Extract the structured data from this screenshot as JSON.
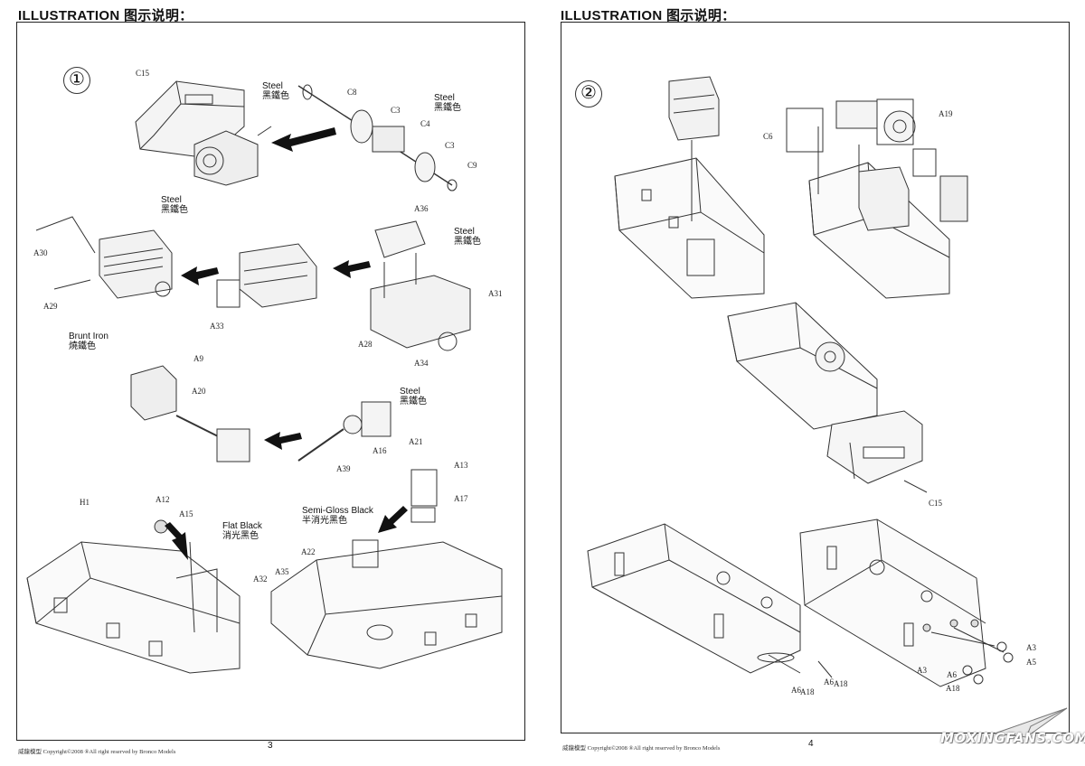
{
  "pages": [
    {
      "header": "ILLUSTRATION 图示说明：",
      "step": "①",
      "footer": "威龍模型 Copyright©2008 ®All right reserved by Bronco Models",
      "page_number": "3",
      "labels": {
        "c15": "C15",
        "c8": "C8",
        "c3a": "C3",
        "c4": "C4",
        "c3b": "C3",
        "c9": "C9",
        "a36": "A36",
        "a30": "A30",
        "a29": "A29",
        "a33": "A33",
        "a28": "A28",
        "a31": "A31",
        "a34": "A34",
        "a9": "A9",
        "a20": "A20",
        "a16": "A16",
        "a21": "A21",
        "a39": "A39",
        "a13": "A13",
        "a17": "A17",
        "h1": "H1",
        "a12": "A12",
        "a15": "A15",
        "a22": "A22",
        "a32": "A32",
        "a35": "A35"
      },
      "captions": {
        "steel1": [
          "Steel",
          "黑鐵色"
        ],
        "steel2": [
          "Steel",
          "黑鐵色"
        ],
        "steel3": [
          "Steel",
          "黑鐵色"
        ],
        "steel4": [
          "Steel",
          "黑鐵色"
        ],
        "steel5": [
          "Steel",
          "黑鐵色"
        ],
        "brunt": [
          "Brunt Iron",
          "燒鐵色"
        ],
        "flat": [
          "Flat Black",
          "消光黑色"
        ],
        "semigloss": [
          "Semi-Gloss Black",
          "半消光黑色"
        ]
      }
    },
    {
      "header": "ILLUSTRATION 图示说明：",
      "step": "②",
      "footer": "威龍模型 Copyright©2008 ®All right reserved by Bronco Models",
      "page_number": "4",
      "labels": {
        "c6": "C6",
        "a19": "A19",
        "c15": "C15",
        "a3a": "A3",
        "a3b": "A3",
        "a6a": "A6",
        "a18a": "A18",
        "a6b": "A6",
        "a18b": "A18",
        "a6c": "A6",
        "a18c": "A18",
        "a5": "A5"
      }
    }
  ],
  "watermark": "MOXINGFANS.COM"
}
